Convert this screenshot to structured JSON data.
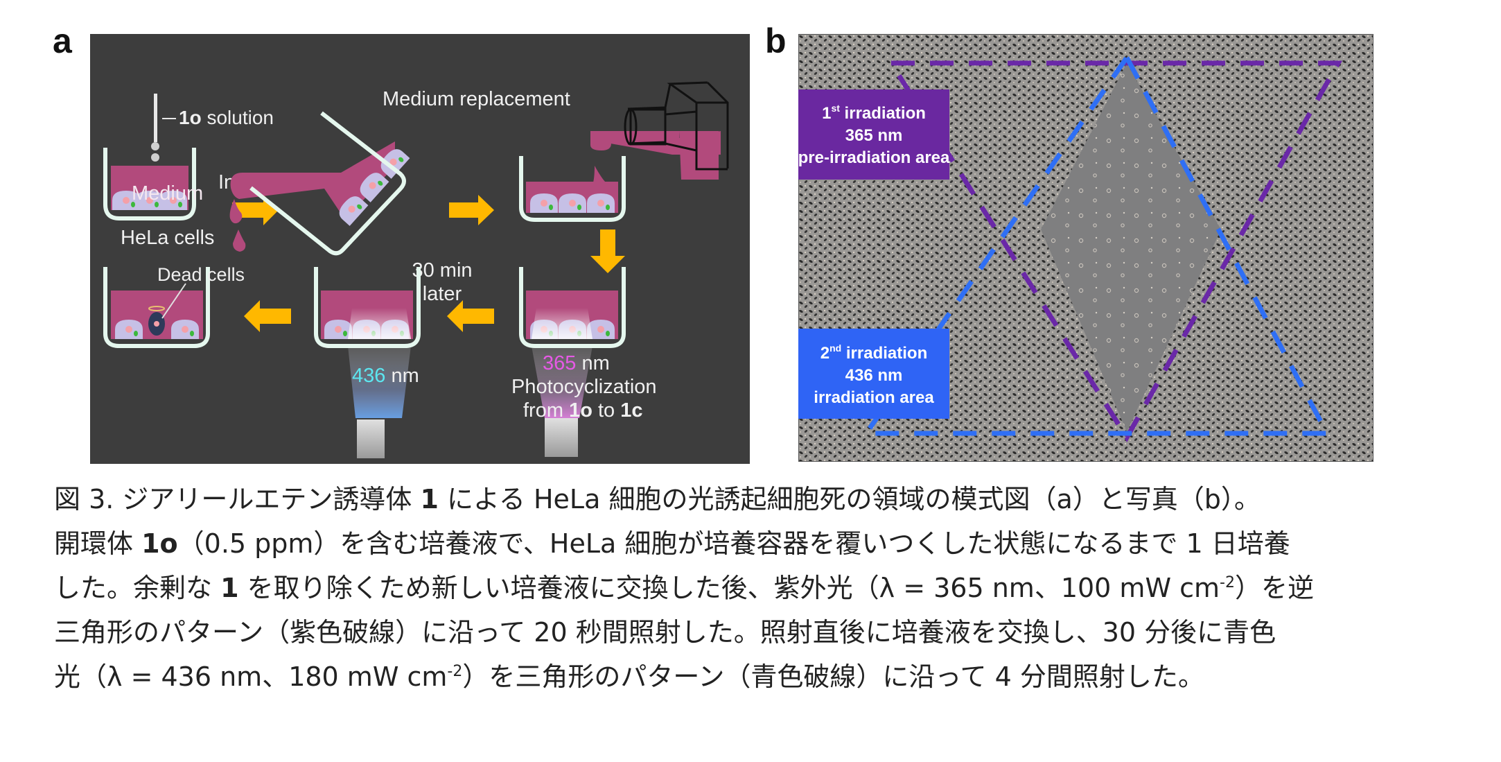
{
  "panel_a": {
    "label": "a",
    "background": "#3d3d3d",
    "colors": {
      "medium": "#b24a7c",
      "dish": "#e5f7ee",
      "arrow": "#ffb800",
      "uv": "#e659e6",
      "blue": "#5ce6f0"
    },
    "texts": {
      "solution_num": "1o",
      "solution": " solution",
      "medium": "Medium",
      "hela": "HeLa cells",
      "incubation": "Incubation",
      "replacement": "Medium replacement",
      "min30": "30 min",
      "later": "later",
      "dead": "Dead cells",
      "nm436_num": "436",
      "nm365_num": "365",
      "nm_unit": " nm",
      "photocyc": "Photocyclization",
      "from": "from ",
      "from_num": "1o",
      "to": " to ",
      "to_num": "1c"
    }
  },
  "panel_b": {
    "label": "b",
    "box1": {
      "line1_num": "1",
      "line1_sup": "st",
      "line1_rest": " irradiation",
      "line2": "365 nm",
      "line3": "pre-irradiation area",
      "color": "#6a28a0"
    },
    "box2": {
      "line1_num": "2",
      "line1_sup": "nd",
      "line1_rest": " irradiation",
      "line2": "436 nm",
      "line3": "irradiation area",
      "color": "#2f64f5"
    },
    "dash_purple": "#6a28a8",
    "dash_blue": "#2f6ff5"
  },
  "caption": {
    "l1a": "図 3. ジアリールエテン誘導体 ",
    "l1b": "1",
    "l1c": " による HeLa 細胞の光誘起細胞死の領域の模式図（a）と写真（b）。",
    "l2a": "開環体 ",
    "l2b": "1o",
    "l2c": "（0.5 ppm）を含む培養液で、HeLa 細胞が培養容器を覆いつくした状態になるまで 1 日培養",
    "l3a": "した。余剰な ",
    "l3b": "1",
    "l3c": " を取り除くため新しい培養液に交換した後、紫外光（λ = 365 nm、100 mW cm",
    "l3sup": "-2",
    "l3d": "）を逆",
    "l4": "三角形のパターン（紫色破線）に沿って 20 秒間照射した。照射直後に培養液を交換し、30 分後に青色",
    "l5a": "光（λ = 436 nm、180 mW cm",
    "l5sup": "-2",
    "l5b": "）を三角形のパターン（青色破線）に沿って 4 分間照射した。"
  }
}
